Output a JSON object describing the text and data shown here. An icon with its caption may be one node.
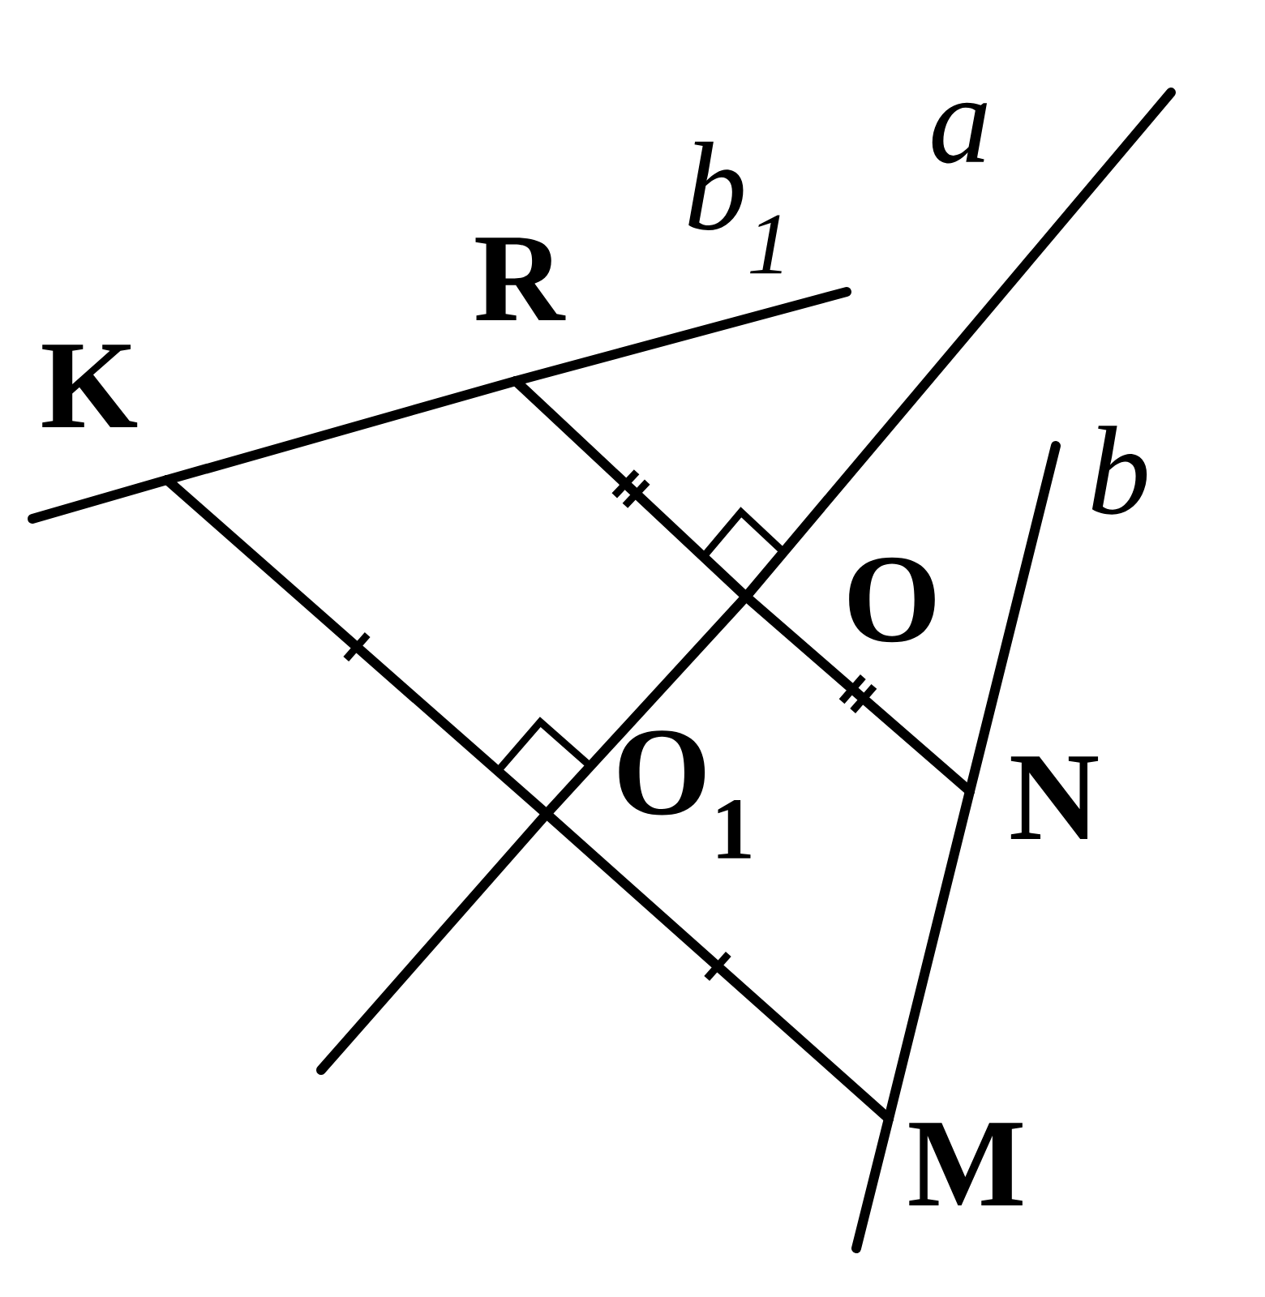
{
  "diagram": {
    "nodes": [
      {
        "text": [
          "K"
        ]
      },
      {
        "text": [
          "R"
        ]
      },
      {
        "text": [
          "O"
        ]
      },
      {
        "text": [
          "O$_{1}$"
        ]
      },
      {
        "text": [
          "N"
        ]
      },
      {
        "text": [
          "M"
        ]
      }
    ],
    "edges": [
      {
        "from": 0,
        "to": 1,
        "arrow": "none"
      },
      {
        "from": 1,
        "to": 2,
        "arrow": "none"
      },
      {
        "from": 2,
        "to": 4,
        "arrow": "none"
      },
      {
        "from": 0,
        "to": 3,
        "arrow": "none"
      },
      {
        "from": 3,
        "to": 5,
        "arrow": "none"
      },
      {
        "from": 3,
        "to": 2,
        "arrow": "none"
      },
      {
        "from": 4,
        "to": 5,
        "arrow": "none"
      }
    ],
    "labels": [
      "a",
      "b$_{1}$",
      "b"
    ]
  }
}
